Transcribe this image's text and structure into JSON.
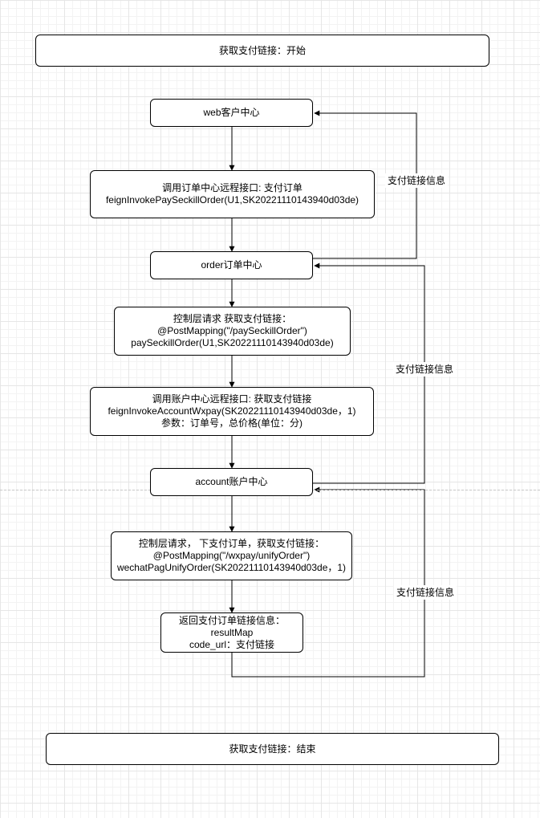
{
  "diagram": {
    "start": {
      "label": "获取支付链接：开始"
    },
    "end": {
      "label": "获取支付链接：结束"
    },
    "nodes": {
      "web_center": {
        "label": "web客户中心"
      },
      "call_order": {
        "line1": "调用订单中心远程接口: 支付订单",
        "line2": "feignInvokePaySeckillOrder(U1,SK20221110143940d03de)"
      },
      "order_center": {
        "label": "order订单中心"
      },
      "order_controller": {
        "line1": "控制层请求 获取支付链接：",
        "line2": "@PostMapping(\"/paySeckillOrder\")",
        "line3": "paySeckillOrder(U1,SK20221110143940d03de)"
      },
      "call_account": {
        "line1": "调用账户中心远程接口: 获取支付链接",
        "line2": "feignInvokeAccountWxpay(SK20221110143940d03de，1)",
        "line3": "参数：订单号，总价格(单位：分)"
      },
      "account_center": {
        "label": "account账户中心"
      },
      "account_controller": {
        "line1": "控制层请求， 下支付订单，获取支付链接：",
        "line2": "@PostMapping(\"/wxpay/unifyOrder\")",
        "line3": "wechatPagUnifyOrder(SK20221110143940d03de，1)"
      },
      "return_info": {
        "line1": "返回支付订单链接信息：",
        "line2": "resultMap",
        "line3": "code_url：支付链接"
      }
    },
    "edge_labels": {
      "return_to_web": "支付链接信息",
      "return_to_order": "支付链接信息",
      "return_to_account": "支付链接信息"
    },
    "colors": {
      "stroke": "#000000",
      "background": "#ffffff",
      "grid": "#e6e6e6"
    }
  }
}
